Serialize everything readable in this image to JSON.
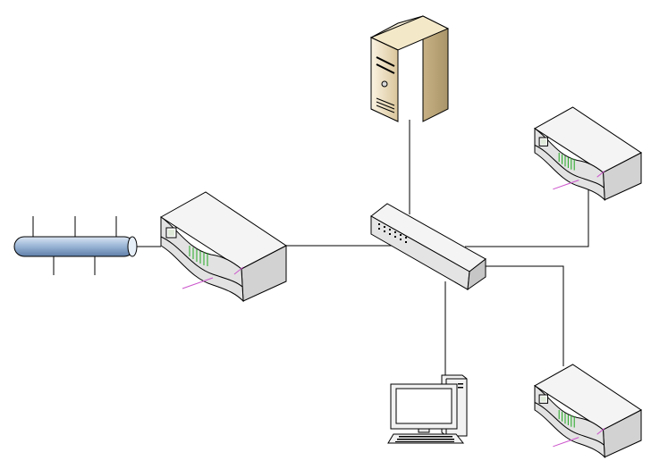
{
  "diagram": {
    "nodes": [
      {
        "id": "backbone",
        "icon": "bus-backbone-icon"
      },
      {
        "id": "router-main",
        "icon": "router-icon"
      },
      {
        "id": "switch",
        "icon": "switch-hub-icon"
      },
      {
        "id": "server",
        "icon": "server-tower-icon"
      },
      {
        "id": "router-top-right",
        "icon": "router-icon"
      },
      {
        "id": "router-bottom-right",
        "icon": "router-icon"
      },
      {
        "id": "workstation",
        "icon": "desktop-computer-icon"
      }
    ],
    "edges": [
      {
        "from": "backbone",
        "to": "router-main"
      },
      {
        "from": "router-main",
        "to": "switch"
      },
      {
        "from": "switch",
        "to": "server"
      },
      {
        "from": "switch",
        "to": "router-top-right"
      },
      {
        "from": "switch",
        "to": "router-bottom-right"
      },
      {
        "from": "switch",
        "to": "workstation"
      }
    ],
    "colors": {
      "device_body": "#f2f2f2",
      "device_shadow": "#cfcfcf",
      "outline": "#000000",
      "server_body": "#eee0c2",
      "backbone": "#9db8d8",
      "led_green": "#22aa22",
      "accent_pink": "#cc55cc",
      "screen": "#ffffff"
    }
  }
}
